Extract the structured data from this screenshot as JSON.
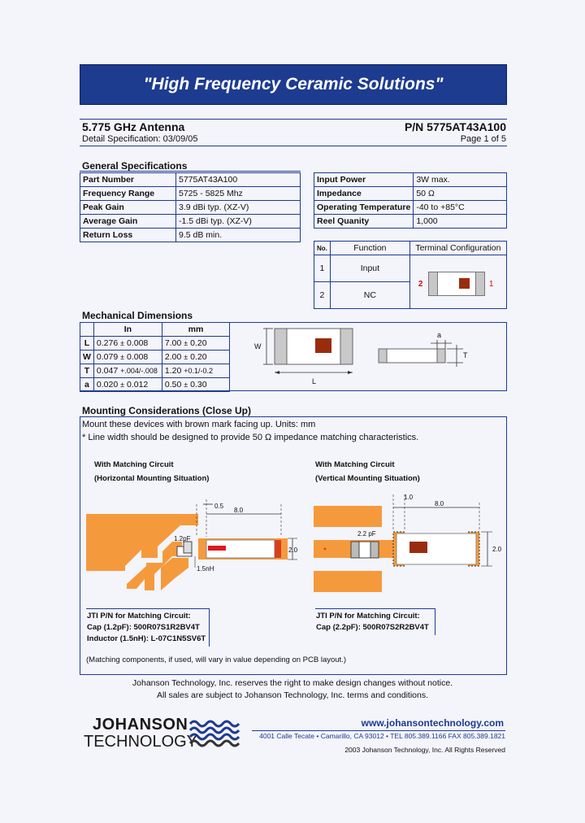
{
  "banner": "\"High Frequency Ceramic Solutions\"",
  "header": {
    "product": "5.775 GHz Antenna",
    "pn": "P/N 5775AT43A100",
    "detail": "Detail Specification:  03/09/05",
    "page": "Page 1 of 5"
  },
  "general": {
    "title": "General Specifications",
    "left": [
      {
        "label": "Part Number",
        "value": "5775AT43A100"
      },
      {
        "label": "Frequency Range",
        "value": "5725 - 5825 Mhz"
      },
      {
        "label": "Peak Gain",
        "value": "3.9  dBi typ. (XZ-V)"
      },
      {
        "label": "Average Gain",
        "value": "-1.5  dBi typ. (XZ-V)"
      },
      {
        "label": "Return Loss",
        "value": "9.5 dB min."
      }
    ],
    "right": [
      {
        "label": "Input Power",
        "value": "3W max."
      },
      {
        "label": "Impedance",
        "value": "50 Ω"
      },
      {
        "label": "Operating Temperature",
        "value": "-40 to +85°C"
      },
      {
        "label": "Reel Quanity",
        "value": "1,000"
      }
    ]
  },
  "function_table": {
    "headers": [
      "No.",
      "Function",
      "Terminal Configuration"
    ],
    "rows": [
      {
        "no": "1",
        "function": "Input"
      },
      {
        "no": "2",
        "function": "NC"
      }
    ],
    "term_left": "2",
    "term_right": "1"
  },
  "mechanical": {
    "title": "Mechanical Dimensions",
    "head_in": "In",
    "head_mm": "mm",
    "rows": [
      {
        "k": "L",
        "in_v": "0.276",
        "in_pm": "±",
        "in_t": "0.008",
        "mm_v": "7.00",
        "mm_pm": "±",
        "mm_t": "0.20"
      },
      {
        "k": "W",
        "in_v": "0.079",
        "in_pm": "±",
        "in_t": "0.008",
        "mm_v": "2.00",
        "mm_pm": "±",
        "mm_t": "0.20"
      },
      {
        "k": "T",
        "in_v": "0.047",
        "in_pm": "+.004/-.008",
        "in_t": "",
        "mm_v": "1.20",
        "mm_pm": "+0.1/-0.2",
        "mm_t": ""
      },
      {
        "k": "a",
        "in_v": "0.020",
        "in_pm": "±",
        "in_t": "0.012",
        "mm_v": "0.50",
        "mm_pm": "±",
        "mm_t": "0.30"
      }
    ],
    "dim_w": "W",
    "dim_l": "L",
    "dim_a": "a",
    "dim_t": "T"
  },
  "mounting": {
    "title": "Mounting Considerations (Close Up)",
    "line1": "Mount these devices with brown mark facing up. Units: mm",
    "line2": "* Line width should be designed to provide 50 Ω impedance matching characteristics.",
    "h_title1": "With Matching Circuit",
    "h_title2": "(Horizontal Mounting Situation)",
    "v_title1": "With Matching Circuit",
    "v_title2": "(Vertical Mounting Situation)",
    "h_dim_05": "0.5",
    "h_dim_80": "8.0",
    "h_dim_20": "2.0",
    "h_cap": "1.2pF",
    "h_ind": "1.5nH",
    "v_dim_10": "1.0",
    "v_dim_80": "8.0",
    "v_dim_20": "2.0",
    "v_cap": "2.2 pF",
    "v_star": "*",
    "h_pn_title": "JTI P/N for Matching Circuit:",
    "h_pn_cap": "Cap (1.2pF): 500R07S1R2BV4T",
    "h_pn_ind": "Inductor (1.5nH): L-07C1N5SV6T",
    "v_pn_title": "JTI P/N for Matching Circuit:",
    "v_pn_cap": "Cap (2.2pF): 500R07S2R2BV4T",
    "note": "(Matching components, if used, will vary in value depending on PCB layout.)"
  },
  "footer": {
    "line1": "Johanson Technology, Inc. reserves the right to make design changes without notice.",
    "line2": "All sales are subject to Johanson Technology, Inc. terms and conditions.",
    "logo1": "JOHANSON",
    "logo2": "TECHNOLOGY",
    "url": "www.johansontechnology.com",
    "address": "4001 Calle Tecate • Camarillo, CA 93012 • TEL 805.389.1166 FAX 805.389.1821",
    "copyright": "2003 Johanson Technology, Inc.  All Rights Reserved"
  },
  "colors": {
    "navy": "#1d3b8f",
    "orange": "#f59a3c",
    "brown": "#9a2c0e",
    "red": "#e0181b"
  }
}
